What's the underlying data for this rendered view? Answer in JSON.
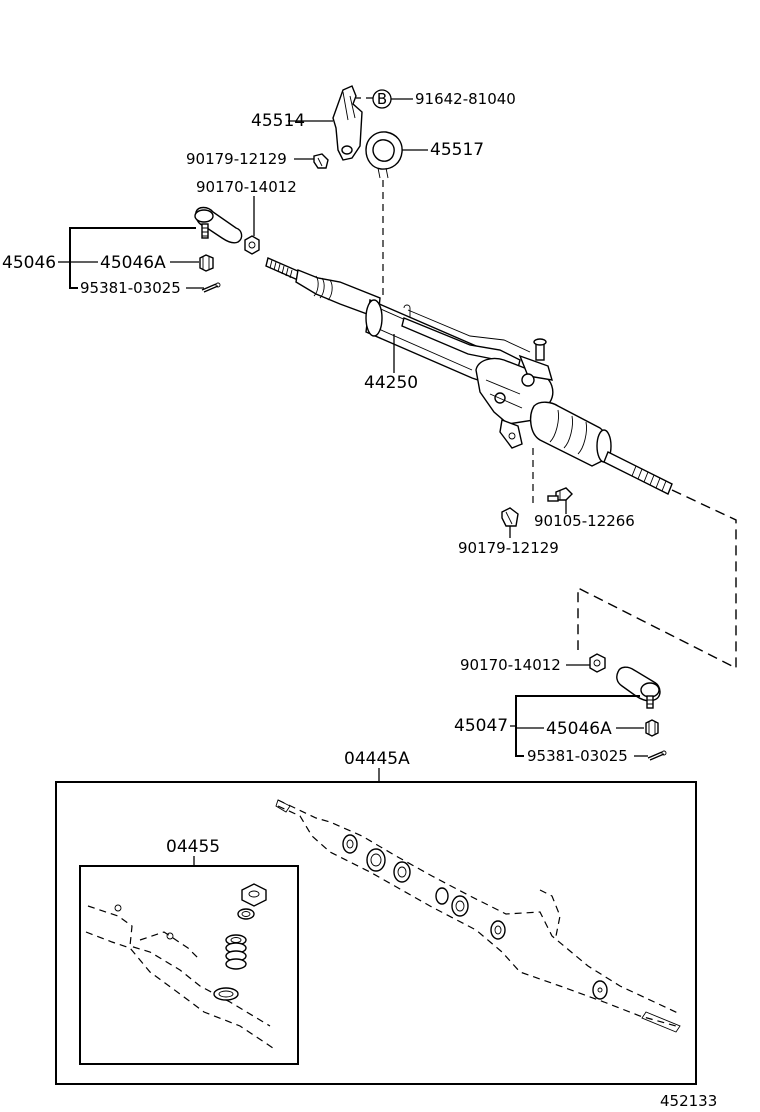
{
  "labels": {
    "p91642": "91642-81040",
    "ref_b": "B",
    "p45514": "45514",
    "p45517": "45517",
    "p90179_top": "90179-12129",
    "p90170_top": "90170-14012",
    "p45046": "45046",
    "p45046A_top": "45046A",
    "p95381_top": "95381-03025",
    "p44250": "44250",
    "p90105": "90105-12266",
    "p90179_bottom": "90179-12129",
    "p90170_bottom": "90170-14012",
    "p45047": "45047",
    "p45046A_bottom": "45046A",
    "p95381_bottom": "95381-03025",
    "p04445A": "04445A",
    "p04455": "04455",
    "figure_number": "452133"
  }
}
